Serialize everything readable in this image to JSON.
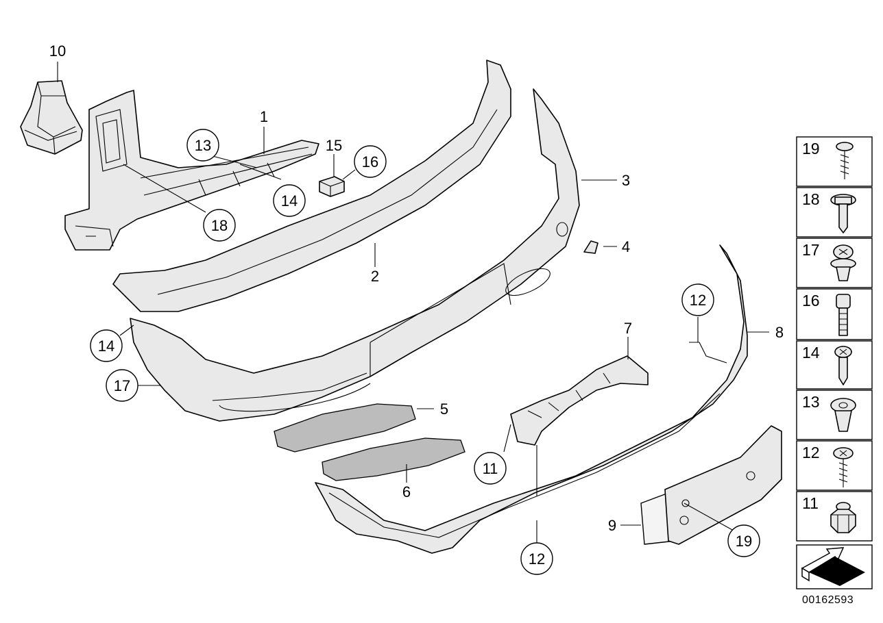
{
  "diagram": {
    "callouts": [
      "1",
      "2",
      "3",
      "4",
      "5",
      "6",
      "7",
      "8",
      "9",
      "10",
      "11",
      "12",
      "13",
      "14",
      "15",
      "16",
      "17",
      "18",
      "19"
    ],
    "circled_callouts": {
      "c13": "13",
      "c14a": "14",
      "c16": "16",
      "c18": "18",
      "c12a": "12",
      "c14b": "14",
      "c17": "17",
      "c11": "11",
      "c12b": "12",
      "c19": "19"
    },
    "plain_callouts": {
      "p10": "10",
      "p1": "1",
      "p15": "15",
      "p3": "3",
      "p4": "4",
      "p2": "2",
      "p7": "7",
      "p8": "8",
      "p5": "5",
      "p6": "6",
      "p9": "9"
    }
  },
  "legend": {
    "items": [
      {
        "label": "19",
        "icon": "screw-icon"
      },
      {
        "label": "18",
        "icon": "collar-screw-icon"
      },
      {
        "label": "17",
        "icon": "expanding-rivet-icon"
      },
      {
        "label": "16",
        "icon": "socket-head-bolt-icon"
      },
      {
        "label": "14",
        "icon": "tapping-screw-icon"
      },
      {
        "label": "13",
        "icon": "clip-nut-icon"
      },
      {
        "label": "12",
        "icon": "washer-screw-icon"
      },
      {
        "label": "11",
        "icon": "hex-nut-icon"
      }
    ],
    "footer_icon": "orientation-arrow-icon"
  },
  "document_id": "00162593"
}
